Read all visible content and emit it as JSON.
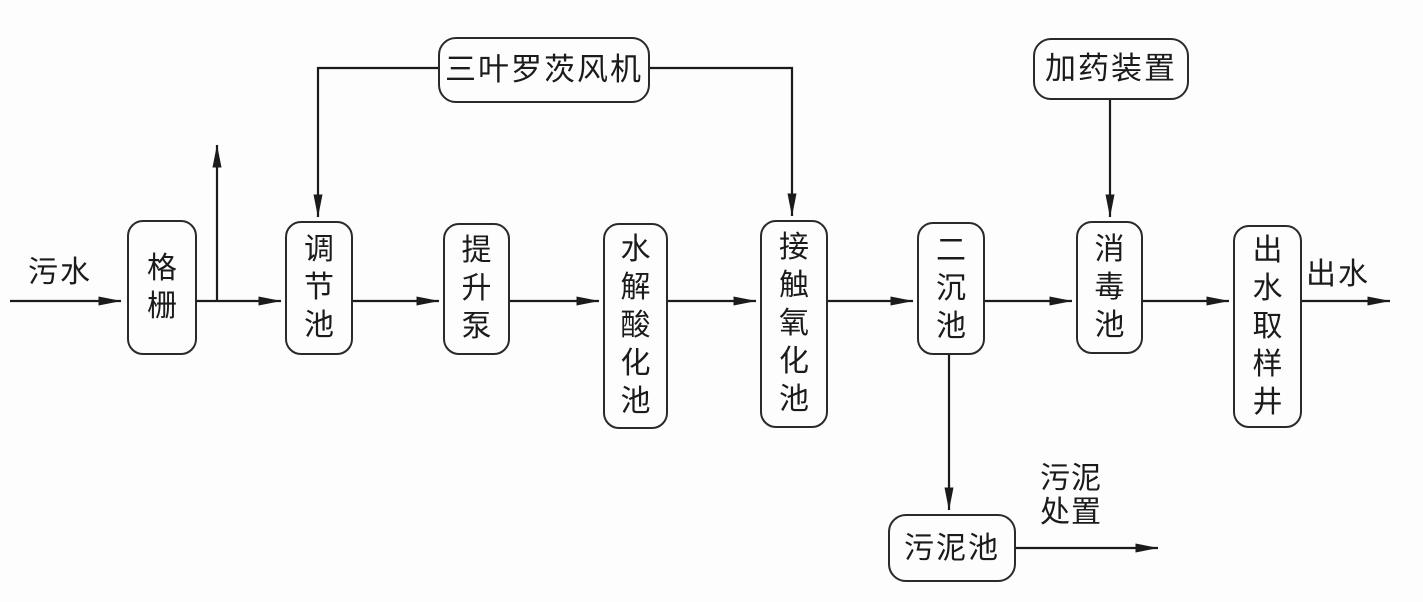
{
  "diagram": {
    "kind": "wastewater-treatment-process-flowchart",
    "colors": {
      "background": "#fdfdfd",
      "stroke": "#1b1b1b",
      "box_border": "#2a2a2a",
      "text": "#1b1b1b"
    },
    "nodes": {
      "grille": "格栅",
      "regulating_tank": "调节池",
      "lift_pump": "提升泵",
      "hydrolysis_acidification_tank": "水解酸化池",
      "contact_oxidation_tank": "接触氧化池",
      "secondary_clarifier": "二沉池",
      "disinfection_tank": "消毒池",
      "effluent_sampling_well": "出水取样井",
      "roots_blower": "三叶罗茨风机",
      "dosing_device": "加药装置",
      "sludge_tank": "污泥池"
    },
    "labels": {
      "influent": "污水",
      "effluent": "出水",
      "sludge_disposal": "污泥处置"
    },
    "flow": [
      "污水 → 格栅 → 调节池 → 提升泵 → 水解酸化池 → 接触氧化池 → 二沉池 → 消毒池 → 出水取样井 → 出水",
      "三叶罗茨风机 → 调节池",
      "三叶罗茨风机 → 接触氧化池",
      "加药装置 → 消毒池",
      "二沉池 → 污泥池 → 污泥处置"
    ]
  }
}
